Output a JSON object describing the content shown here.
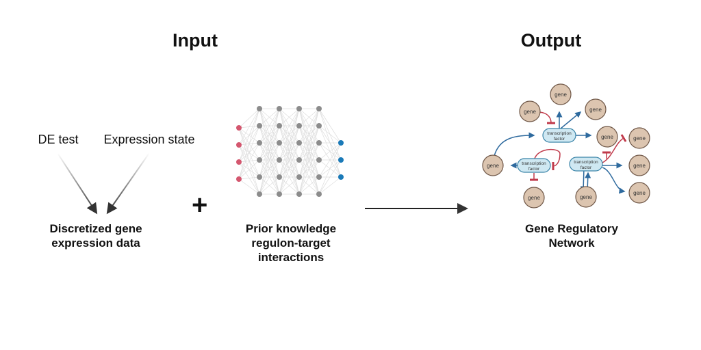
{
  "headers": {
    "input": "Input",
    "output": "Output"
  },
  "input_sources": {
    "de_test": "DE test",
    "expression_state": "Expression state"
  },
  "discretized": {
    "line1": "Discretized gene",
    "line2": "expression data"
  },
  "plus_sign": "+",
  "prior": {
    "line1": "Prior knowledge",
    "line2": "regulon-target",
    "line3": "interactions"
  },
  "grn": {
    "line1": "Gene Regulatory",
    "line2": "Network"
  },
  "network_labels": {
    "gene": "gene",
    "tf_line1": "transcription",
    "tf_line2": "factor"
  },
  "colors": {
    "input_node": "#d4576f",
    "hidden_node": "#8c8c8c",
    "output_node": "#1a7ab8",
    "gene_fill": "#dcc5b0",
    "gene_stroke": "#6e5646",
    "tf_fill": "#cfe8f2",
    "tf_stroke": "#3a84a8",
    "activation": "#2e6a9e",
    "inhibition": "#c0394a"
  }
}
